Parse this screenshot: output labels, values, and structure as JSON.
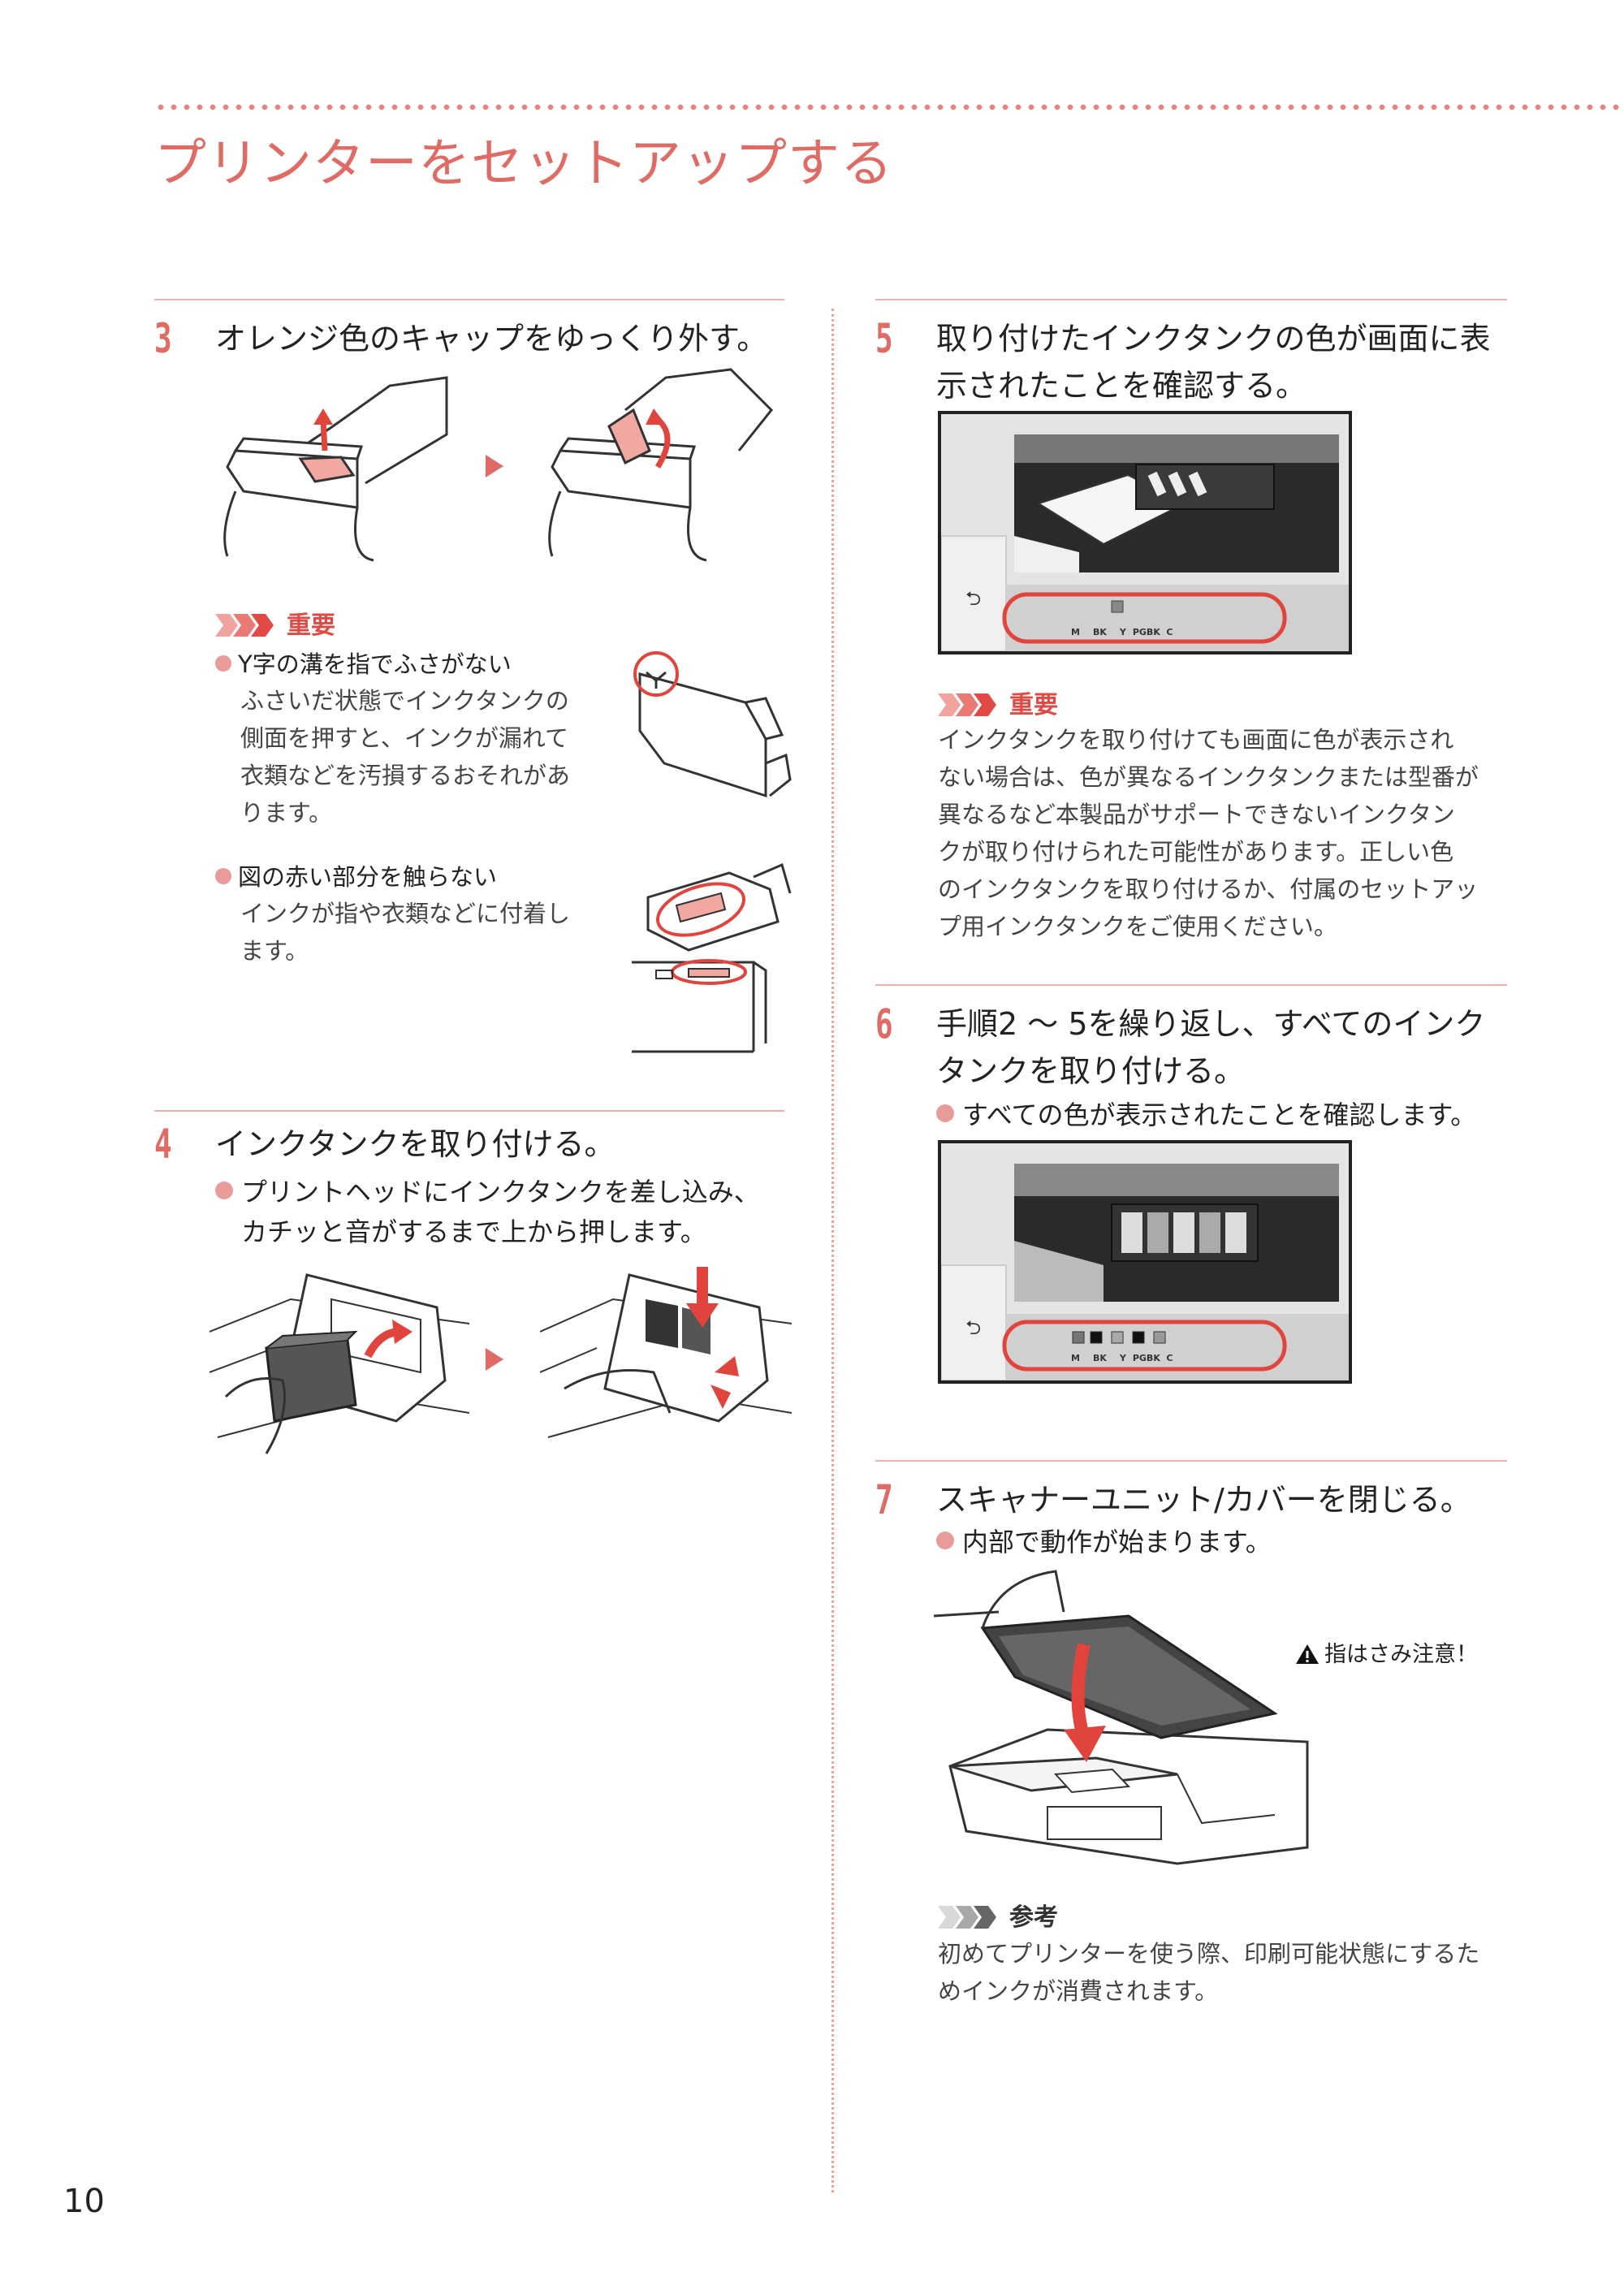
{
  "header": {
    "title": "プリンターをセットアップする"
  },
  "page_number": "10",
  "steps": [
    {
      "num": "3",
      "title": "オレンジ色のキャップをゆっくり外す。"
    },
    {
      "num": "4",
      "title": "インクタンクを取り付ける。",
      "bullet": "プリントヘッドにインクタンクを差し込み、",
      "bullet_cont": "カチッと音がするまで上から押します。"
    },
    {
      "num": "5",
      "title_line1": "取り付けたインクタンクの色が画面に表",
      "title_line2": "示されたことを確認する。"
    },
    {
      "num": "6",
      "title_line1": "手順2 ～ 5を繰り返し、すべてのインク",
      "title_line2": "タンクを取り付ける。",
      "bullet": "すべての色が表示されたことを確認します。"
    },
    {
      "num": "7",
      "title": "スキャナーユニット/カバーを閉じる。",
      "bullet": "内部で動作が始まります。"
    }
  ],
  "important_label": "重要",
  "note_label": "参考",
  "important_step3": [
    {
      "title": "Y字の溝を指でふさがない",
      "lines": [
        "ふさいだ状態でインクタンクの",
        "側面を押すと、インクが漏れて",
        "衣類などを汚損するおそれがあ",
        "ります。"
      ]
    },
    {
      "title": "図の赤い部分を触らない",
      "lines": [
        "インクが指や衣類などに付着し",
        "ます。"
      ]
    }
  ],
  "important_step5": {
    "lines": [
      "インクタンクを取り付けても画面に色が表示され",
      "ない場合は、色が異なるインクタンクまたは型番が",
      "異なるなど本製品がサポートできないインクタン",
      "クが取り付けられた可能性があります。正しい色",
      "のインクタンクを取り付けるか、付属のセットアッ",
      "プ用インクタンクをご使用ください。"
    ]
  },
  "note_step7": {
    "lines": [
      "初めてプリンターを使う際、印刷可能状態にするた",
      "めインクが消費されます。"
    ]
  },
  "warning": "指はさみ注意！",
  "ink_labels": [
    "M",
    "BK",
    "Y",
    "PGBK",
    "C"
  ],
  "colors": {
    "accent": "#e06a64",
    "important_red": "#e04a44",
    "highlight_ring": "#e0443d"
  }
}
